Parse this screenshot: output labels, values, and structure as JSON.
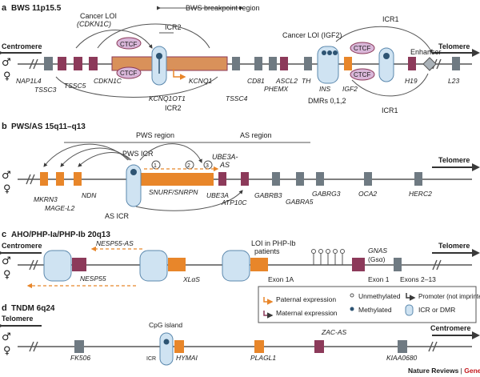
{
  "colors": {
    "paternal": "#e8862a",
    "maternal": "#8c3a5a",
    "icr": "#cfe3f2",
    "icr_edge": "#5b88ad",
    "ctcf": "#d9b7d9",
    "gene_grey": "#6f7a82",
    "line": "#4a4a4a",
    "brand": "#c4161c"
  },
  "symbols": {
    "male": "♂",
    "female": "♀"
  },
  "panel_a": {
    "letter": "a",
    "title": "BWS 11p15.5",
    "centromere": "Centromere",
    "telomere": "Telomere",
    "bws_breakpoint": "BWS breakpoint region",
    "cancer_loi_cdkn1c": "Cancer LOI",
    "cdkn1c_paren": "(CDKN1C)",
    "cancer_loi_igf2": "Cancer LOI (IGF2)",
    "icr2": "ICR2",
    "icr1": "ICR1",
    "ctcf": "CTCF",
    "enhancer": "Enhancer",
    "dmrs": "DMRs 0,1,2",
    "genes": {
      "nap1l4": "NAP1L4",
      "tssc3": "TSSC3",
      "tssc5": "TSSC5",
      "cdkn1c": "CDKN1C",
      "kcnq1ot1": "KCNQ1OT1",
      "kcnq1": "KCNQ1",
      "tssc4": "TSSC4",
      "cd81": "CD81",
      "phemx": "PHEMX",
      "ascl2": "ASCL2",
      "th": "TH",
      "ins": "INS",
      "igf2": "IGF2",
      "h19": "H19",
      "l23": "L23"
    }
  },
  "panel_b": {
    "letter": "b",
    "title": "PWS/AS 15q11–q13",
    "pws_region": "PWS region",
    "as_region": "AS region",
    "pws_icr": "PWS ICR",
    "as_icr": "AS ICR",
    "ube3a_as": "UBE3A-",
    "ube3a_as2": "AS",
    "telomere": "Telomere",
    "circles": [
      "1",
      "2",
      "3"
    ],
    "genes": {
      "mkrn3": "MKRN3",
      "magel2": "MAGE-L2",
      "ndn": "NDN",
      "snurf": "SNURF/SNRPN",
      "ube3a": "UBE3A",
      "atp10c": "ATP10C",
      "gabrb3": "GABRB3",
      "gabra5": "GABRA5",
      "gabrg3": "GABRG3",
      "oca2": "OCA2",
      "herc2": "HERC2"
    }
  },
  "panel_c": {
    "letter": "c",
    "title": "AHO/PHP-Ia/PHP-Ib 20q13",
    "centromere": "Centromere",
    "telomere": "Telomere",
    "loi_note_1": "LOI in PHP-Ib",
    "loi_note_2": "patients",
    "genes": {
      "nesp55": "NESP55",
      "nesp55as": "NESP55-AS",
      "xlas": "XLαS",
      "exon1a": "Exon 1A",
      "exon1": "Exon 1",
      "exons213": "Exons 2–13",
      "gnas": "GNAS",
      "gsa": "(Gsα)"
    }
  },
  "legend": {
    "paternal": "Paternal expression",
    "maternal": "Maternal expression",
    "unmethylated": "Unmethylated",
    "methylated": "Methylated",
    "promoter": "Promoter (not imprinted)",
    "icr_dmr": "ICR or DMR"
  },
  "panel_d": {
    "letter": "d",
    "title": "TNDM 6q24",
    "telomere": "Telomere",
    "centromere": "Centromere",
    "cpg": "CpG island",
    "icr": "ICR",
    "genes": {
      "fk506": "FK506",
      "hymai": "HYMAI",
      "plagl1": "PLAGL1",
      "zacas": "ZAC-AS",
      "kiaa0680": "KIAA0680"
    }
  },
  "footer": {
    "journal": "Nature Reviews",
    "sep": " | ",
    "section": "Genetics"
  }
}
